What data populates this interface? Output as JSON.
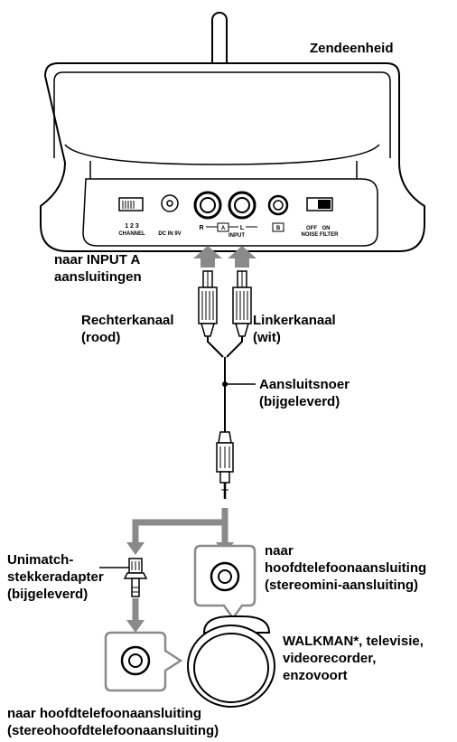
{
  "title": "Zendeenheid",
  "panel": {
    "channel_digits": "1 2 3",
    "channel_label": "CHANNEL",
    "dc_in_label": "DC IN  9V",
    "input_r": "R",
    "input_a": "A",
    "input_l": "L",
    "input_label": "INPUT",
    "input_b": "B",
    "noise_off": "OFF",
    "noise_on": "ON",
    "noise_filter_label": "NOISE FILTER"
  },
  "labels": {
    "input_a_line1": "naar INPUT A",
    "input_a_line2": "aansluitingen",
    "right_channel_line1": "Rechterkanaal",
    "right_channel_line2": "(rood)",
    "left_channel_line1": "Linkerkanaal",
    "left_channel_line2": "(wit)",
    "cord_line1": "Aansluitsnoer",
    "cord_line2": "(bijgeleverd)",
    "adapter_line1": "Unimatch-",
    "adapter_line2": "stekkeradapter",
    "adapter_line3": "(bijgeleverd)",
    "mini_jack_line1": "naar",
    "mini_jack_line2": "hoofdtelefoonaansluiting",
    "mini_jack_line3": "(stereomini-aansluiting)",
    "device_line1": "WALKMAN*, televisie,",
    "device_line2": "videorecorder,",
    "device_line3": "enzovoort",
    "std_jack_line1": "naar hoofdtelefoonaansluiting",
    "std_jack_line2": "(stereohoofdtelefoonaansluiting)"
  }
}
